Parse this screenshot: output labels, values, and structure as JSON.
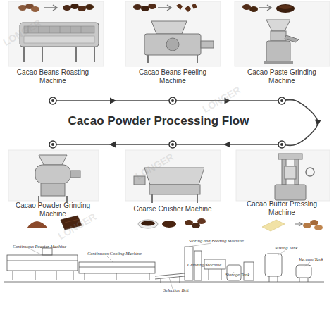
{
  "diagram": {
    "title": "Cacao Powder Processing Flow",
    "nodes": [
      {
        "text": [
          "Cacao Beans Roasting Machine"
        ]
      },
      {
        "text": [
          "Cacao Beans Peeling Machine"
        ]
      },
      {
        "text": [
          "Cacao Paste Grinding Machine"
        ]
      },
      {
        "text": [
          "Cacao Butter Pressing Machine"
        ]
      },
      {
        "text": [
          "Coarse Crusher Machine"
        ]
      },
      {
        "text": [
          "Cacao Powder Grinding Machine"
        ]
      }
    ],
    "edges": [
      {
        "from": 0,
        "to": 1,
        "arrow": "to"
      },
      {
        "from": 1,
        "to": 2,
        "arrow": "to"
      },
      {
        "from": 2,
        "to": 3,
        "arrow": "to"
      },
      {
        "from": 3,
        "to": 4,
        "arrow": "to"
      },
      {
        "from": 4,
        "to": 5,
        "arrow": "to"
      }
    ],
    "labels": [
      "Continuous Roaster Machine",
      "Continuous Cooling Machine",
      "Selection Belt",
      "Storing and Feeding Machine",
      "Grinding Machine",
      "Storage Tank",
      "Mixing Tank",
      "Vacuum Tank",
      "LONGER",
      "LONGER",
      "LONGER",
      "LONGER"
    ]
  }
}
